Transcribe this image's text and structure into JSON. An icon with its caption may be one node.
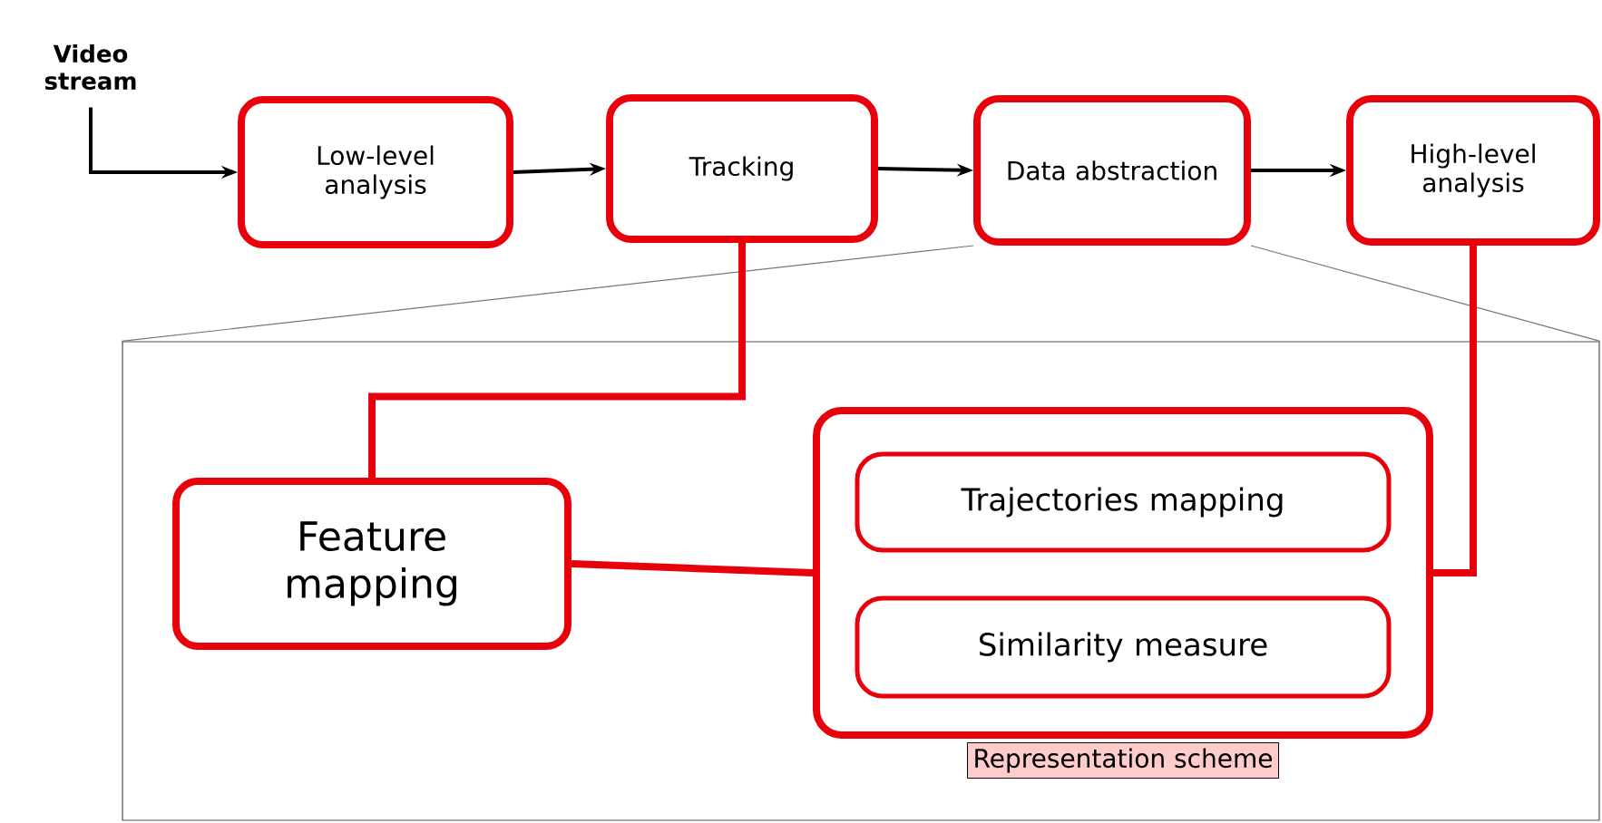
{
  "diagram": {
    "nodes": [
      {
        "text": [
          "Video stream"
        ]
      },
      {
        "text": [
          "Low-level analysis"
        ]
      },
      {
        "text": [
          "Tracking"
        ]
      },
      {
        "text": [
          "Data abstraction"
        ]
      },
      {
        "text": [
          "High-level analysis"
        ]
      },
      {
        "text": [],
        "shape": "box"
      },
      {
        "text": [
          "Feature mapping"
        ],
        "in": 5
      },
      {
        "text": [
          "Representation scheme"
        ],
        "in": 5
      },
      {
        "text": [
          "Trajectories mapping"
        ],
        "in": 7
      },
      {
        "text": [
          "Similarity measure"
        ],
        "in": 7
      }
    ],
    "edges": [
      {
        "from": 0,
        "to": 1,
        "arrow": "to"
      },
      {
        "from": 1,
        "to": 2,
        "arrow": "to"
      },
      {
        "from": 2,
        "to": 3,
        "arrow": "to"
      },
      {
        "from": 3,
        "to": 4,
        "arrow": "to"
      },
      {
        "from": 3,
        "to": 5,
        "arrow": "none",
        "color": "#777777"
      },
      {
        "from": 3,
        "to": 5,
        "arrow": "none",
        "color": "#777777"
      },
      {
        "from": 2,
        "to": 6,
        "arrow": "none",
        "style": "thick",
        "color": "#e8000b"
      },
      {
        "from": 6,
        "to": 7,
        "arrow": "none",
        "style": "thick",
        "color": "#e8000b"
      },
      {
        "from": 4,
        "to": 7,
        "arrow": "none",
        "style": "thick",
        "color": "#e8000b"
      }
    ]
  }
}
